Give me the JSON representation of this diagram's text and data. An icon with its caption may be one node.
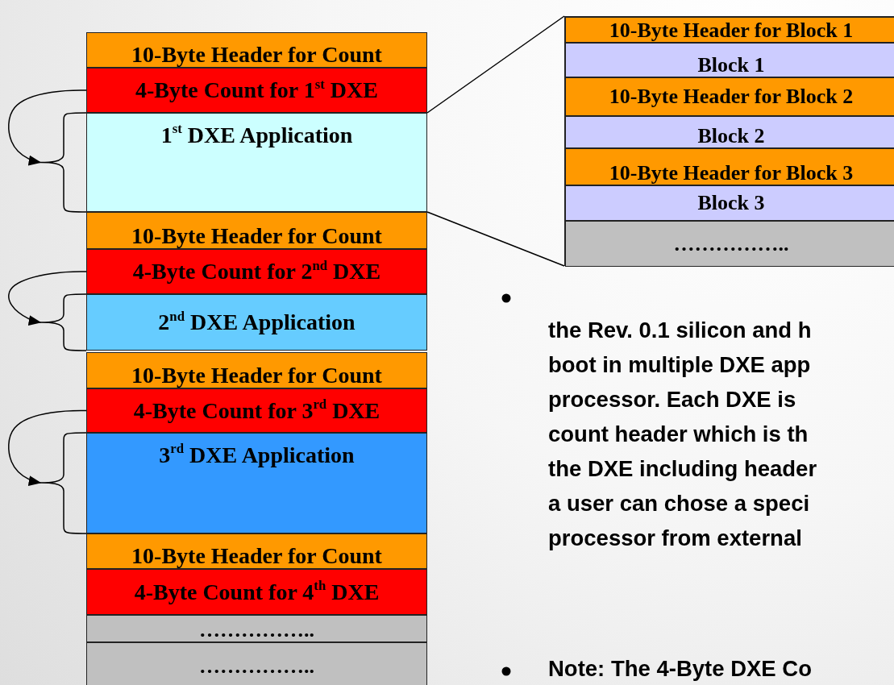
{
  "diagram": {
    "nodes": [
      {
        "text": [
          "10-Byte Header for Count"
        ]
      },
      {
        "text": [
          "4-Byte Count for 1$^{st}$ DXE"
        ]
      },
      {
        "text": [
          "1$^{st}$ DXE Application"
        ]
      },
      {
        "text": [
          "10-Byte Header for Count"
        ]
      },
      {
        "text": [
          "4-Byte Count for 2$^{nd}$ DXE"
        ]
      },
      {
        "text": [
          "2$^{nd}$ DXE Application"
        ]
      },
      {
        "text": [
          "10-Byte Header for Count"
        ]
      },
      {
        "text": [
          "4-Byte Count for 3$^{rd}$ DXE"
        ]
      },
      {
        "text": [
          "3$^{rd}$ DXE Application"
        ]
      },
      {
        "text": [
          "10-Byte Header for Count"
        ]
      },
      {
        "text": [
          "4-Byte Count for 4$^{th}$ DXE"
        ]
      },
      {
        "text": [
          "…………….."
        ]
      },
      {
        "text": [
          "…………….."
        ]
      },
      {
        "text": [],
        "shape": "box"
      },
      {
        "text": [
          "10-Byte Header for Block 1"
        ],
        "in": 13
      },
      {
        "text": [
          "Block 1"
        ],
        "in": 13
      },
      {
        "text": [
          "10-Byte Header for Block 2"
        ],
        "in": 13
      },
      {
        "text": [
          "Block 2"
        ],
        "in": 13
      },
      {
        "text": [
          "10-Byte Header for Block 3"
        ],
        "in": 13
      },
      {
        "text": [
          "Block 3"
        ],
        "in": 13
      },
      {
        "text": [
          "…………….."
        ],
        "in": 13
      }
    ],
    "edges": [
      {
        "from": 1,
        "to": 2,
        "arrow": "to"
      },
      {
        "from": 4,
        "to": 5,
        "arrow": "to"
      },
      {
        "from": 7,
        "to": 8,
        "arrow": "to"
      },
      {
        "from": 2,
        "to": 13,
        "arrow": "none"
      },
      {
        "from": 2,
        "to": 13,
        "arrow": "none"
      }
    ],
    "labels": [
      "the Rev. 0.1 silicon and h",
      "boot in multiple DXE app",
      "processor.  Each DXE is",
      "count header which is th",
      "the DXE including header",
      "a user can chose a speci",
      "processor from external",
      "Note:  The 4-Byte DXE Co"
    ]
  }
}
